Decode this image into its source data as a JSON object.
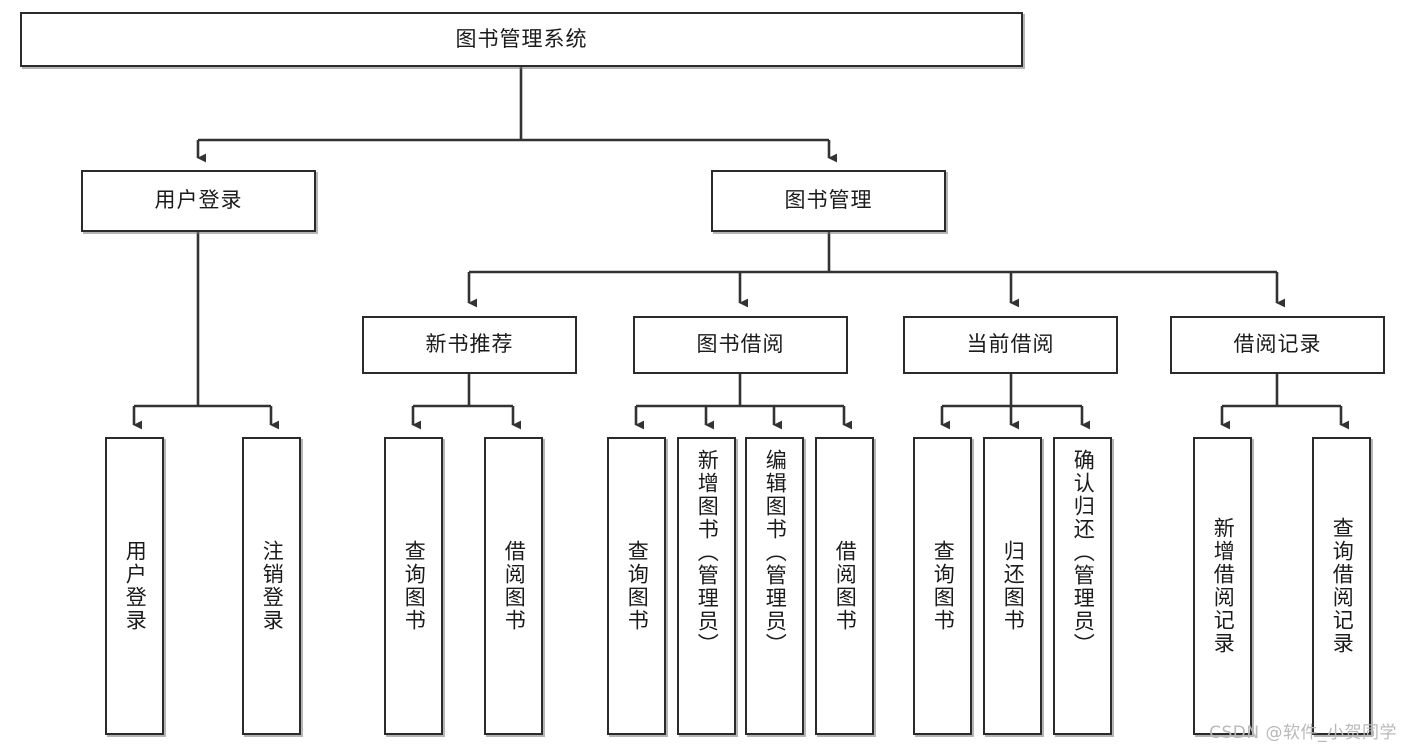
{
  "diagram": {
    "title": "图书管理系统",
    "type": "tree-hierarchy-diagram",
    "watermark": "CSDN @软件_小贺同学",
    "colors": {
      "box_border": "#2b2b2b",
      "box_fill": "#ffffff",
      "connector": "#333333",
      "text": "#1b1b1b",
      "watermark": "#b9b9b9",
      "background": "#ffffff"
    },
    "root": {
      "label": "图书管理系统"
    },
    "level2": [
      {
        "label": "用户登录"
      },
      {
        "label": "图书管理"
      }
    ],
    "level3": [
      {
        "label": "新书推荐"
      },
      {
        "label": "图书借阅"
      },
      {
        "label": "当前借阅"
      },
      {
        "label": "借阅记录"
      }
    ],
    "leaves": {
      "user_login": [
        {
          "label": "用户登录"
        },
        {
          "label": "注销登录"
        }
      ],
      "new_book_recommend": [
        {
          "label": "查询图书"
        },
        {
          "label": "借阅图书"
        }
      ],
      "book_borrow": [
        {
          "label": "查询图书"
        },
        {
          "label": "新增图书（管理员）"
        },
        {
          "label": "编辑图书（管理员）"
        },
        {
          "label": "借阅图书"
        }
      ],
      "current_borrow": [
        {
          "label": "查询图书"
        },
        {
          "label": "归还图书"
        },
        {
          "label": "确认归还（管理员）"
        }
      ],
      "borrow_record": [
        {
          "label": "新增借阅记录"
        },
        {
          "label": "查询借阅记录"
        }
      ]
    }
  }
}
